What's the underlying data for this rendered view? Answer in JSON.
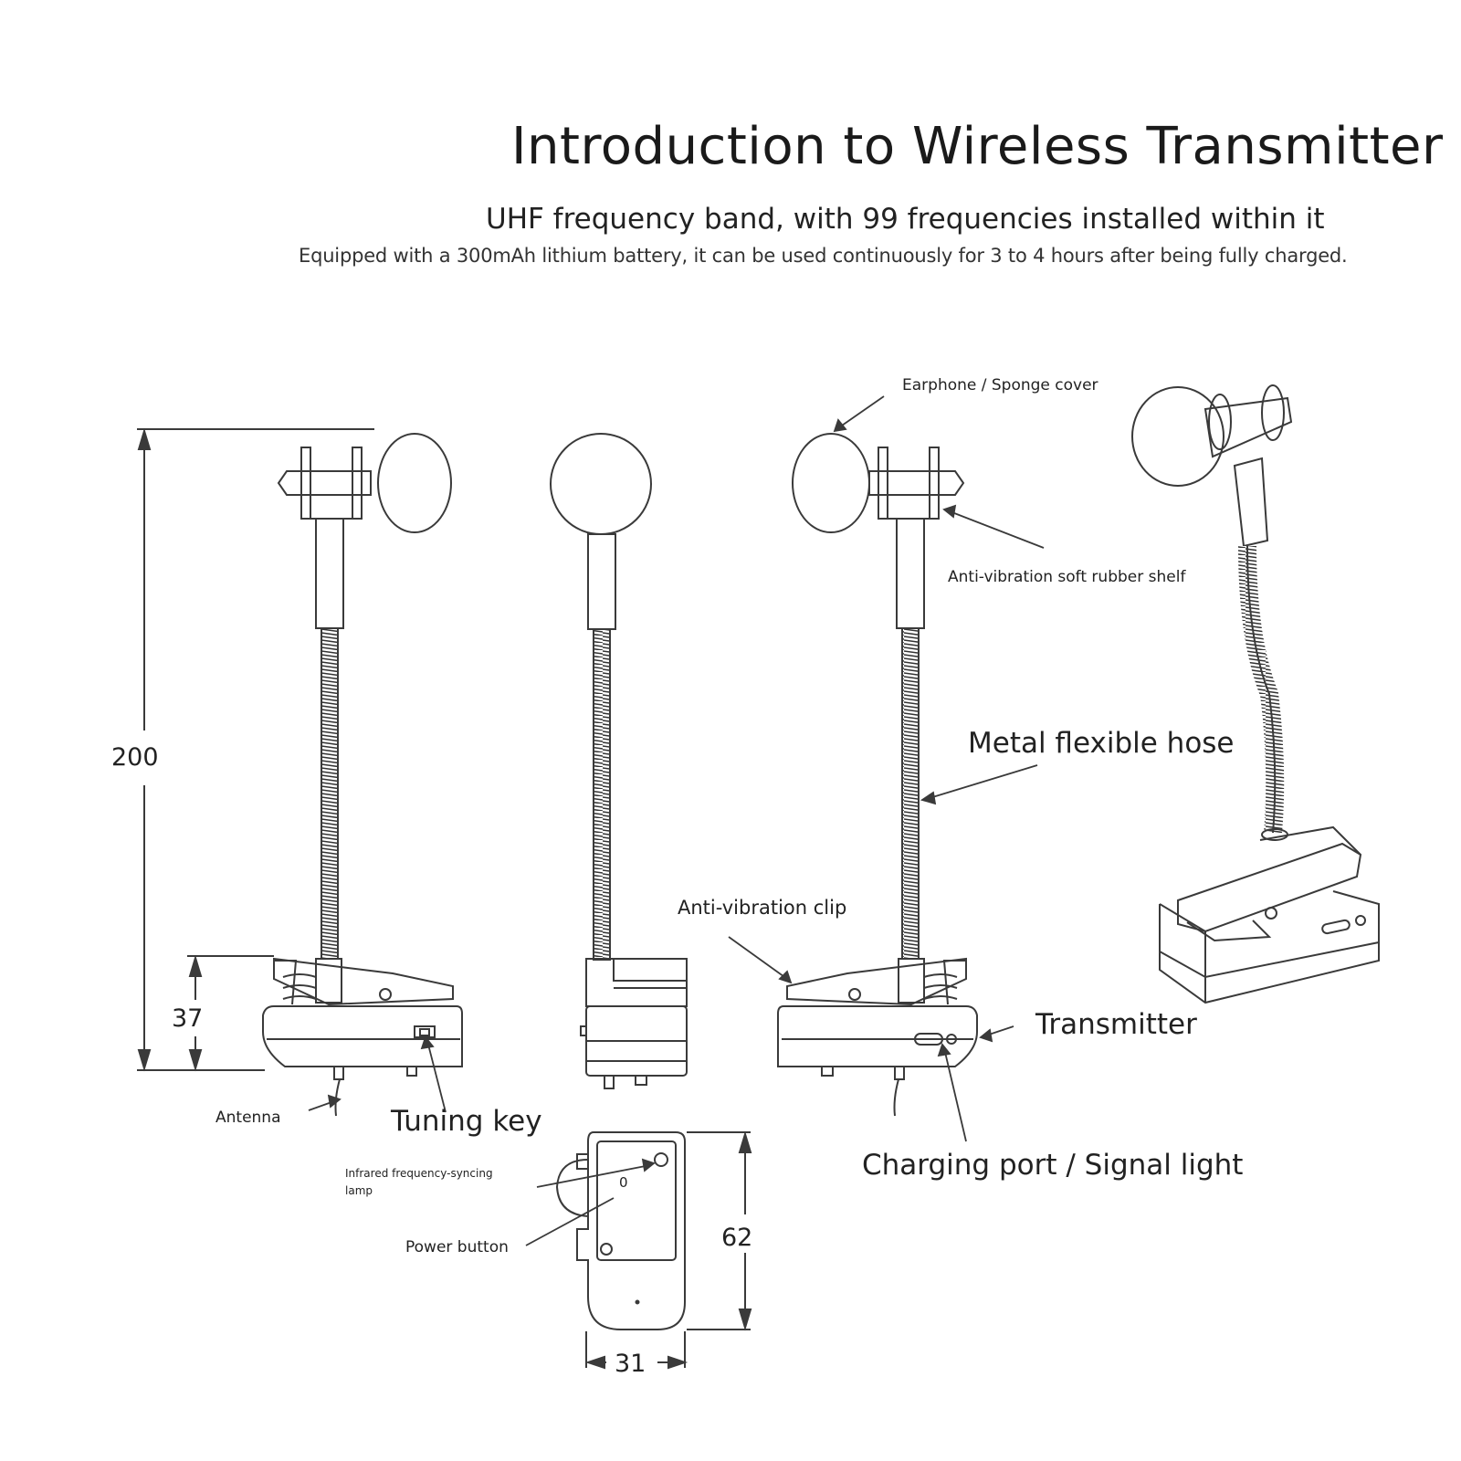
{
  "header": {
    "title": "Introduction to Wireless Transmitter",
    "subtitle": "UHF frequency band, with 99 frequencies installed within it",
    "battery_note": "Equipped with a 300mAh lithium battery, it can be used continuously for 3 to 4 hours after being fully charged."
  },
  "labels": {
    "earphone": "Earphone / Sponge cover",
    "rubber_shelf": "Anti-vibration soft rubber shelf",
    "hose": "Metal flexible hose",
    "clip": "Anti-vibration clip",
    "transmitter": "Transmitter",
    "charging": "Charging port / Signal light",
    "antenna": "Antenna",
    "tuning_key": "Tuning key",
    "infrared_lamp": "Infrared frequency-syncing lamp",
    "power_button": "Power button",
    "power_mark": "0"
  },
  "dimensions": {
    "total_height": "200",
    "base_height": "37",
    "body_height": "62",
    "body_width": "31"
  },
  "colors": {
    "line": "#3a3a3a",
    "text": "#222222"
  }
}
